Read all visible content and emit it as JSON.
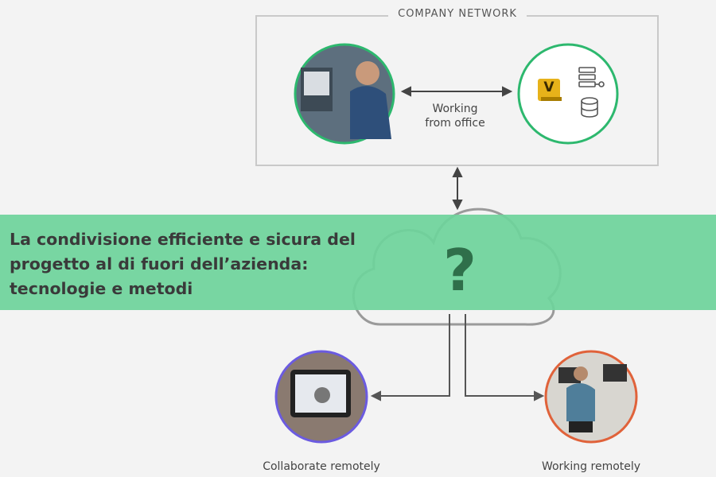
{
  "network": {
    "title": "COMPANY NETWORK"
  },
  "office": {
    "label_line1": "Working",
    "label_line2": "from office"
  },
  "banner": {
    "line1": "La condivisione efficiente e sicura del",
    "line2": "progetto al di fuori dell’azienda:",
    "line3": "tecnologie e metodi"
  },
  "cloud": {
    "symbol": "?"
  },
  "app_badge": {
    "letter": "V"
  },
  "captions": {
    "collab": "Collaborate remotely",
    "remote": "Working remotely"
  },
  "colors": {
    "green_ring": "#2db86e",
    "banner_green": "#6ed39b",
    "purple_ring": "#6b5be0",
    "orange_ring": "#e0623a",
    "vault_gold": "#e7b21a"
  },
  "icons": [
    "server-icon",
    "database-icon",
    "vault-app-icon"
  ]
}
